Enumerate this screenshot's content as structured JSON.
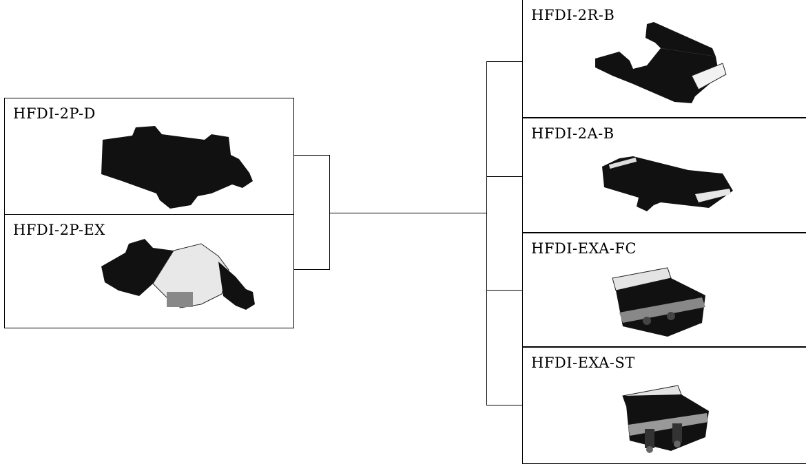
{
  "left_group": [
    {
      "label": "HFDI-2P-D",
      "icon": "adapter-plug-icon"
    },
    {
      "label": "HFDI-2P-EX",
      "icon": "adapter-plug-ex-icon"
    }
  ],
  "right_group": [
    {
      "label": "HFDI-2R-B",
      "icon": "receptacle-bracket-icon"
    },
    {
      "label": "HFDI-2A-B",
      "icon": "adapter-bracket-icon"
    },
    {
      "label": "HFDI-EXA-FC",
      "icon": "fc-adapter-icon"
    },
    {
      "label": "HFDI-EXA-ST",
      "icon": "st-adapter-icon"
    }
  ]
}
